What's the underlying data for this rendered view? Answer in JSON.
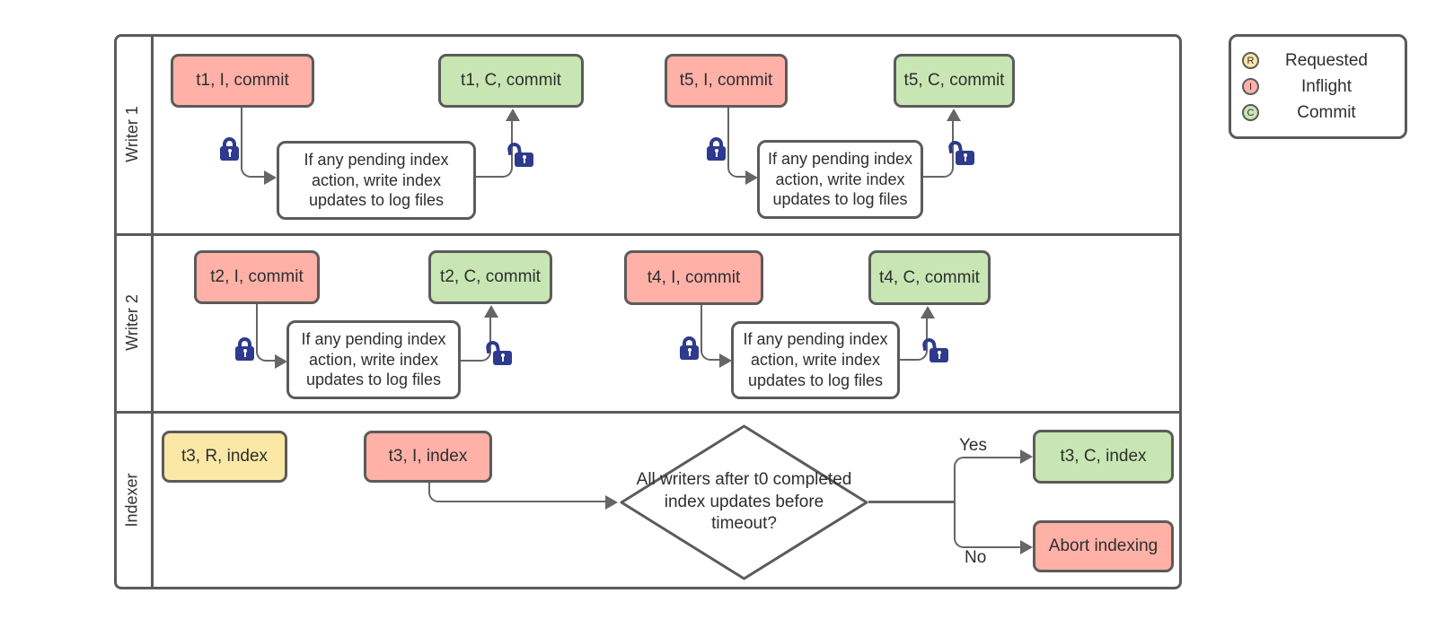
{
  "colors": {
    "inflight": "#ffb1a8",
    "commit": "#c8e6b3",
    "requested": "#fce8a6",
    "stroke": "#5b5b5b",
    "connector": "#666666",
    "lock": "#2d3a8d"
  },
  "swimlanes": {
    "lanes": [
      {
        "label": "Writer 1"
      },
      {
        "label": "Writer 2"
      },
      {
        "label": "Indexer"
      }
    ]
  },
  "nodes": {
    "t1_inflight": "t1, I, commit",
    "t1_commit": "t1, C, commit",
    "t5_inflight": "t5, I, commit",
    "t5_commit": "t5, C, commit",
    "t2_inflight": "t2, I, commit",
    "t2_commit": "t2, C, commit",
    "t4_inflight": "t4, I, commit",
    "t4_commit": "t4, C, commit",
    "t3_requested": "t3, R, index",
    "t3_inflight": "t3, I, index",
    "t3_commit": "t3, C, index",
    "abort": "Abort indexing"
  },
  "process_note": "If any pending index action, write index updates to log files",
  "decision": {
    "text": "All writers after t0 completed index updates before timeout?",
    "yes": "Yes",
    "no": "No"
  },
  "legend": {
    "items": [
      {
        "letter": "R",
        "label": "Requested"
      },
      {
        "letter": "I",
        "label": "Inflight"
      },
      {
        "letter": "C",
        "label": "Commit"
      }
    ]
  }
}
